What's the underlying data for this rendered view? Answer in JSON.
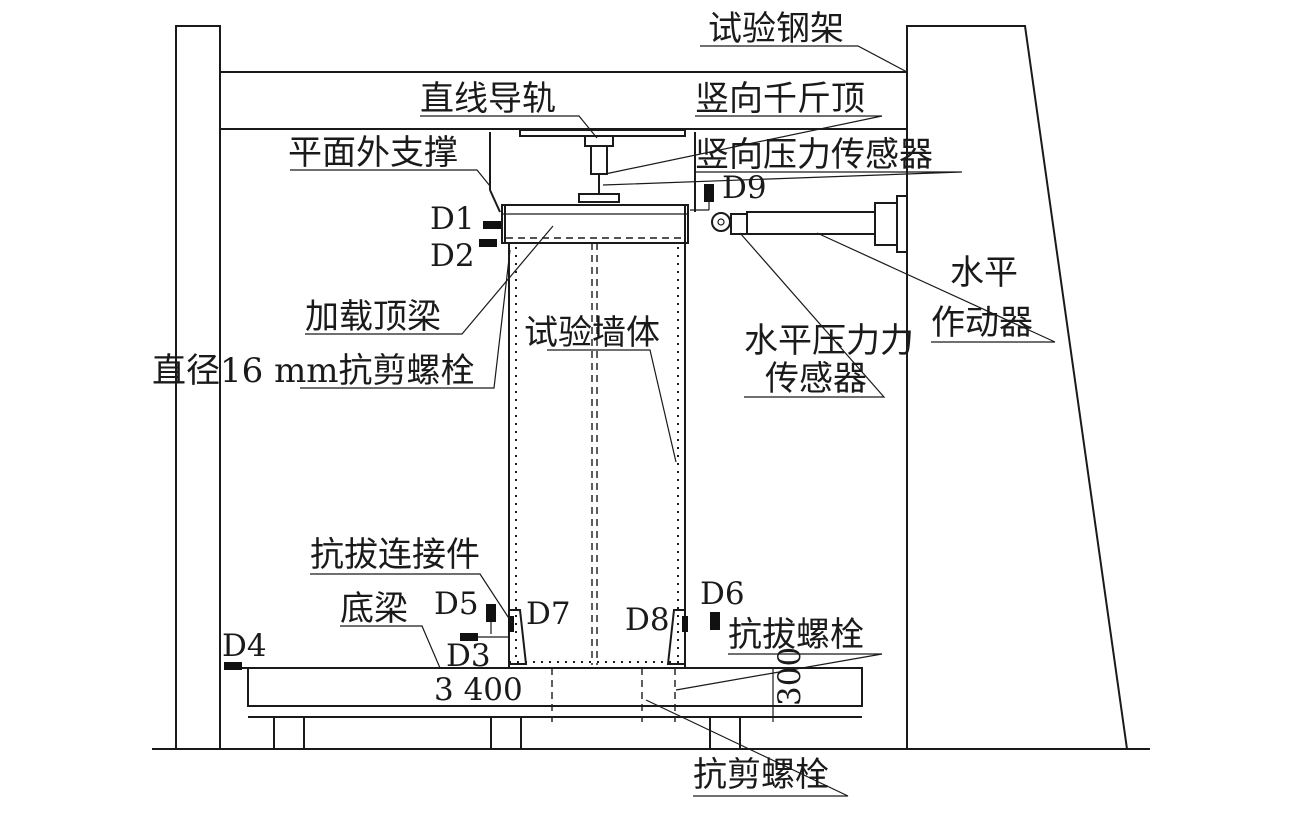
{
  "labels": {
    "test_steel_frame": "试验钢架",
    "linear_guide": "直线导轨",
    "vertical_jack": "竖向千斤顶",
    "out_of_plane_support": "平面外支撑",
    "vertical_load_cell": "竖向压力传感器",
    "loading_top_beam": "加载顶梁",
    "horizontal_actuator_line1": "水平",
    "horizontal_actuator_line2": "作动器",
    "shear_bolt_16": "直径16 mm抗剪螺栓",
    "test_wall": "试验墙体",
    "horizontal_load_cell_line1": "水平压力力",
    "horizontal_load_cell_line2": "传感器",
    "uplift_connector": "抗拔连接件",
    "base_beam": "底梁",
    "uplift_bolt": "抗拔螺栓",
    "shear_bolt": "抗剪螺栓",
    "dim_length": "3 400",
    "dim_height": "300"
  },
  "displacement_gauges": {
    "d1": "D1",
    "d2": "D2",
    "d3": "D3",
    "d4": "D4",
    "d5": "D5",
    "d6": "D6",
    "d7": "D7",
    "d8": "D8",
    "d9": "D9"
  }
}
